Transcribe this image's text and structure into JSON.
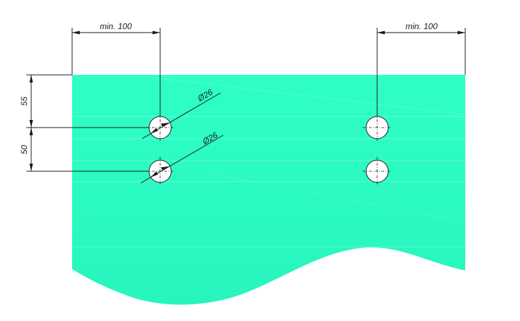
{
  "drawing": {
    "plate_color": "#2fffc6",
    "line_color": "#1a1a1a",
    "hole_fill": "#ffffff",
    "labels": {
      "edge_distance_left": "min. 100",
      "edge_distance_right": "min. 100",
      "top_offset": "55",
      "hole_spacing": "50",
      "hole_diameter_upper": "Ø26",
      "hole_diameter_lower": "Ø26"
    }
  }
}
